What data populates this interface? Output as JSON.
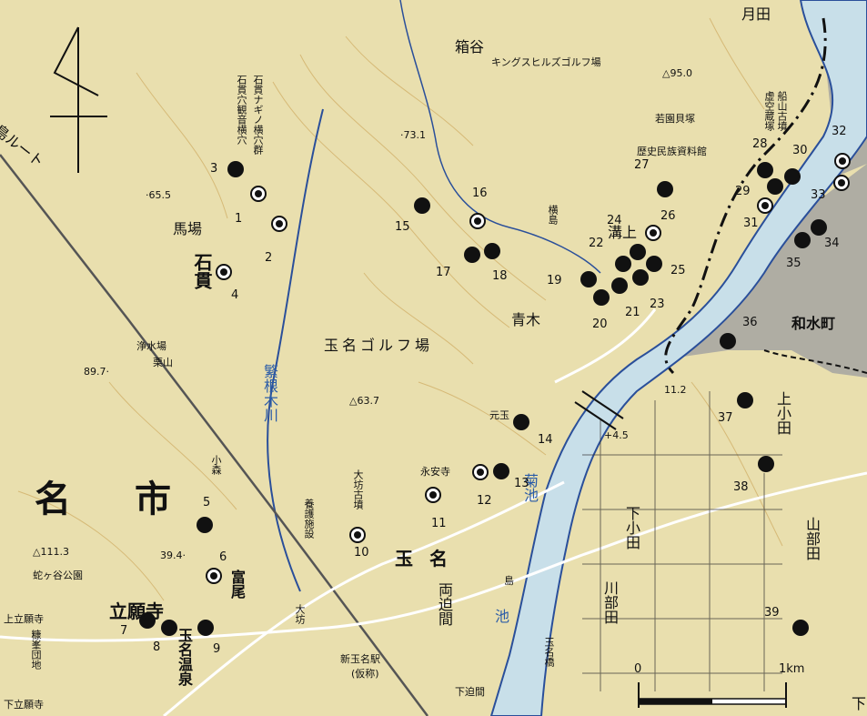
{
  "sites": [
    {
      "n": "1",
      "type": "ring"
    },
    {
      "n": "2",
      "type": "ring"
    },
    {
      "n": "3",
      "type": "dot"
    },
    {
      "n": "4",
      "type": "ring"
    },
    {
      "n": "5",
      "type": "dot"
    },
    {
      "n": "6",
      "type": "ring"
    },
    {
      "n": "7",
      "type": "dot"
    },
    {
      "n": "8",
      "type": "dot"
    },
    {
      "n": "9",
      "type": "dot"
    },
    {
      "n": "10",
      "type": "ring"
    },
    {
      "n": "11",
      "type": "ring"
    },
    {
      "n": "12",
      "type": "ring"
    },
    {
      "n": "13",
      "type": "dot"
    },
    {
      "n": "14",
      "type": "dot"
    },
    {
      "n": "15",
      "type": "dot"
    },
    {
      "n": "16",
      "type": "ring"
    },
    {
      "n": "17",
      "type": "dot"
    },
    {
      "n": "18",
      "type": "dot"
    },
    {
      "n": "19",
      "type": "dot"
    },
    {
      "n": "20",
      "type": "dot"
    },
    {
      "n": "21",
      "type": "dot"
    },
    {
      "n": "22",
      "type": "dot"
    },
    {
      "n": "23",
      "type": "dot"
    },
    {
      "n": "24",
      "type": "dot"
    },
    {
      "n": "25",
      "type": "dot"
    },
    {
      "n": "26",
      "type": "ring"
    },
    {
      "n": "27",
      "type": "dot"
    },
    {
      "n": "28",
      "type": "dot"
    },
    {
      "n": "29",
      "type": "dot"
    },
    {
      "n": "30",
      "type": "dot"
    },
    {
      "n": "31",
      "type": "ring"
    },
    {
      "n": "32",
      "type": "ring"
    },
    {
      "n": "33",
      "type": "ring"
    },
    {
      "n": "34",
      "type": "dot"
    },
    {
      "n": "35",
      "type": "dot"
    },
    {
      "n": "36",
      "type": "dot"
    },
    {
      "n": "37",
      "type": "dot"
    },
    {
      "n": "38",
      "type": "dot"
    },
    {
      "n": "39",
      "type": "dot"
    }
  ],
  "place_labels": {
    "hakoya": "箱谷",
    "kings_hills": "キングスヒルズゴルフ場",
    "tsukida": "月田",
    "elev_95": "△95.0",
    "wakazono": "若園貝塚",
    "museum": "歴史民族資料館",
    "kokuzozo": "虚空蔵塚",
    "funayama": "船山古墳",
    "ishinuki_anakannon": "石貫穴観音横穴",
    "ishinuki_nagi": "石貫ナギノ横穴群",
    "elev_731": "·73.1",
    "elev_655": "·65.5",
    "baba": "馬場",
    "ishinuki": "石貫",
    "yokoshima": "横島",
    "mizokami": "溝上",
    "aoki": "青木",
    "tamana_golf": "玉名ゴルフ場",
    "josuijo": "浄水場",
    "kuriyama": "栗山",
    "elev_897": "89.7·",
    "elev_637": "△63.7",
    "motogyoku": "元玉",
    "eian": "永安寺",
    "elev_45": "+4.5",
    "elev_112": "11.2",
    "nagomimachi": "和水町",
    "kamiooda": "上小田",
    "shimoooda": "下小田",
    "yamabeda": "山部田",
    "kawabeda": "川部田",
    "ooboukofun": "大坊古墳",
    "yougoshisetsu": "養護施設",
    "tamana": "玉名",
    "ryosakoma": "両迫間",
    "shinTamana": "新玉名駅",
    "kari": "(仮称)",
    "shiShi": "市",
    "na": "名",
    "tomio": "富尾",
    "tateganji": "立願寺",
    "tamana_onsen": "玉名温泉",
    "elev_1113": "△111.3",
    "jakotani": "蛇ヶ谷公園",
    "elev_394": "39.4·",
    "kamiTateganji": "上立願寺",
    "shimoTateganji": "下立願寺",
    "kanosha": "糠峯団地",
    "route": "島ルート",
    "oobo": "大坊",
    "shigeki": "繁根木川",
    "kikuchi": "菊池",
    "tamanabashi": "玉名橋",
    "shimosakoma": "下迫間",
    "ikiko": "池",
    "oshima": "島",
    "kozaki": "小森",
    "shimo": "下"
  },
  "scale": {
    "zero": "0",
    "one": "1km"
  },
  "colors": {
    "land": "#e9dfae",
    "river": "#c8dfe9",
    "river_edge": "#2a4f9a",
    "urban": "#9a9a9a",
    "road": "#ffffff",
    "contour": "#c79b4a"
  }
}
